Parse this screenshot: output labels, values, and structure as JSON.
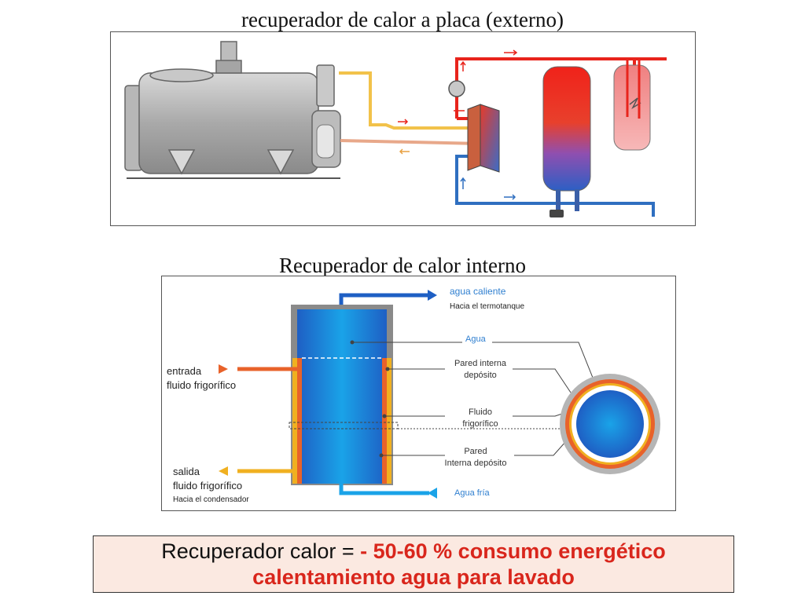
{
  "titles": {
    "external": "recuperador de calor a placa (externo)",
    "internal": "Recuperador de calor interno"
  },
  "internal_diagram": {
    "hot_water": "agua caliente",
    "to_heater": "Hacia el termotanque",
    "water": "Agua",
    "inner_wall_line1": "Pared interna",
    "inner_wall_line2": "depósito",
    "refrigerant_line1": "Fluido",
    "refrigerant_line2": "frigorífico",
    "wall_line1": "Pared",
    "wall_line2": "Interna depósito",
    "cold_water": "Agua fría",
    "inlet_line1": "entrada",
    "inlet_line2": "fluido frigorífico",
    "outlet_line1": "salida",
    "outlet_line2": "fluido frigorífico",
    "to_condenser": "Hacia el condensador"
  },
  "summary": {
    "prefix": "Recuperador calor = ",
    "highlight": "- 50-60 % consumo energético",
    "line2": "calentamiento agua para lavado"
  },
  "colors": {
    "hot": "#e8241c",
    "cold": "#2f6fc0",
    "refrigerant_in": "#e8622a",
    "refrigerant_out": "#f0b020",
    "water_light": "#1aa3e8",
    "accent_text": "#d9261c"
  }
}
